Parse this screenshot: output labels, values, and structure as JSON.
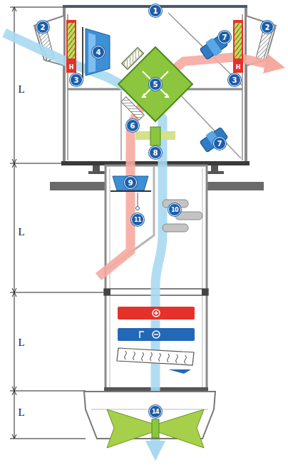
{
  "diagram": {
    "labels": [
      "1",
      "2",
      "2",
      "7",
      "4",
      "H",
      "H",
      "3",
      "3",
      "5",
      "L",
      "6",
      "7",
      "8",
      "9",
      "10",
      "11",
      "L",
      "L",
      "L",
      "14"
    ]
  }
}
